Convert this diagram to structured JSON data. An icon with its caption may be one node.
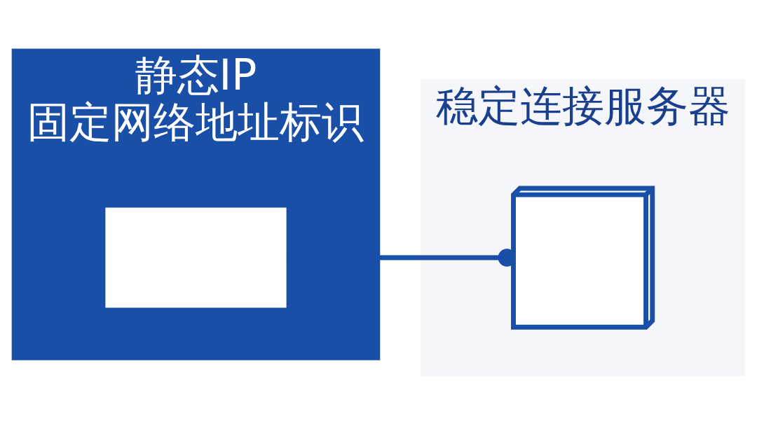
{
  "diagram": {
    "nodes": [
      {
        "text": [
          "静态IP",
          "固定网络地址标识"
        ]
      },
      {
        "text": [],
        "shape": "router",
        "in": 0
      },
      {
        "text": [
          "稳定连接服务器"
        ]
      },
      {
        "text": [],
        "shape": "server",
        "in": 2
      }
    ],
    "edges": [
      {
        "from": 1,
        "to": 3,
        "arrow": "other"
      }
    ]
  }
}
